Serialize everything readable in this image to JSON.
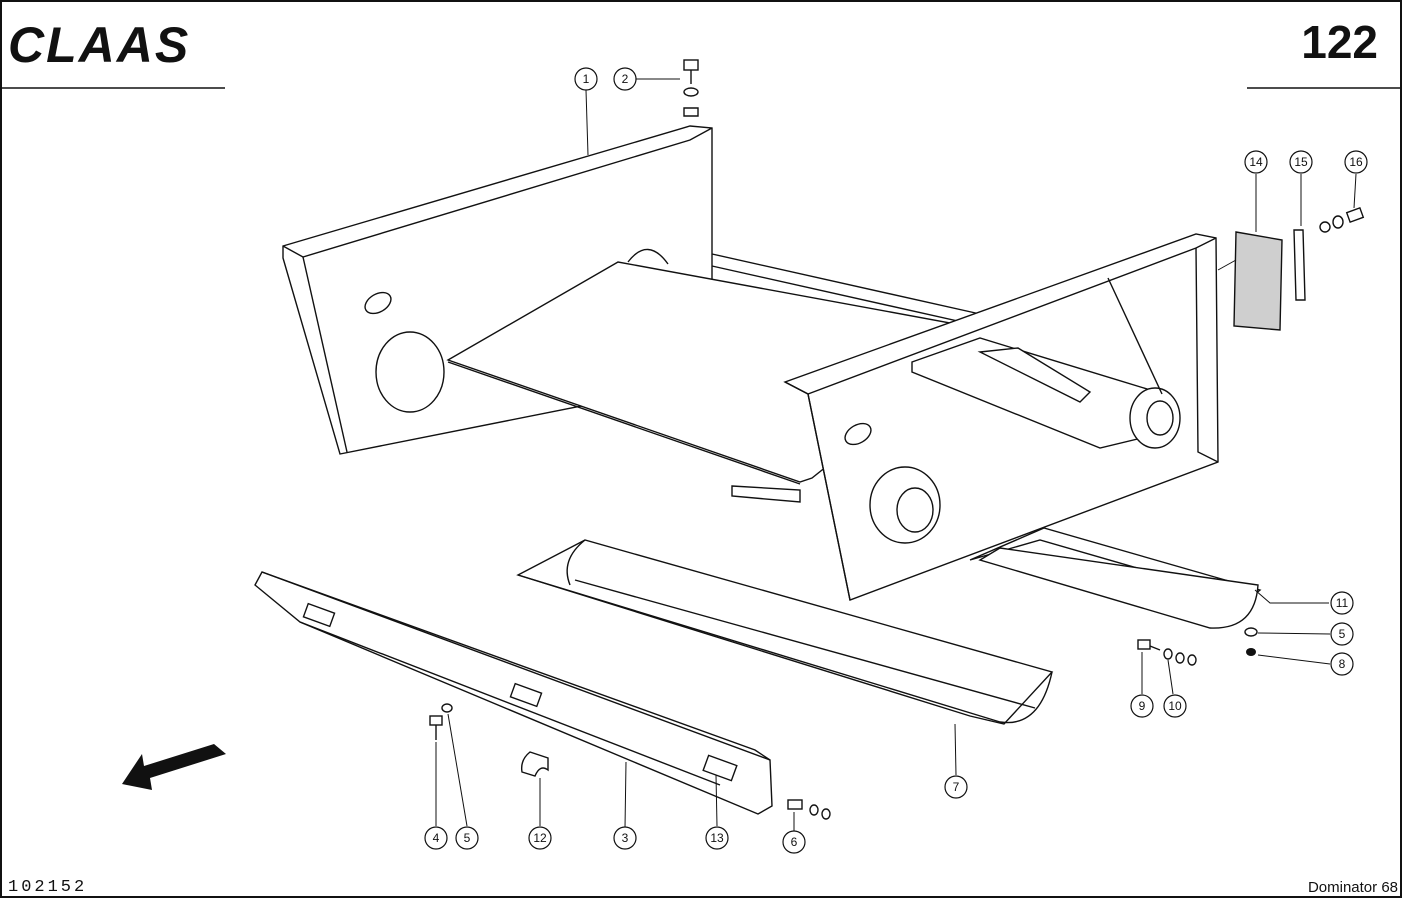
{
  "header": {
    "brand": "CLAAS",
    "page_number": "122"
  },
  "footer": {
    "drawing_code": "102152",
    "model": "Dominator 68"
  },
  "callouts": [
    {
      "num": "1"
    },
    {
      "num": "2"
    },
    {
      "num": "3"
    },
    {
      "num": "4"
    },
    {
      "num": "5"
    },
    {
      "num": "5"
    },
    {
      "num": "6"
    },
    {
      "num": "7"
    },
    {
      "num": "8"
    },
    {
      "num": "9"
    },
    {
      "num": "10"
    },
    {
      "num": "11"
    },
    {
      "num": "12"
    },
    {
      "num": "13"
    },
    {
      "num": "14"
    },
    {
      "num": "15"
    },
    {
      "num": "16"
    }
  ],
  "icons": {
    "direction": "arrow-down-left-icon"
  }
}
